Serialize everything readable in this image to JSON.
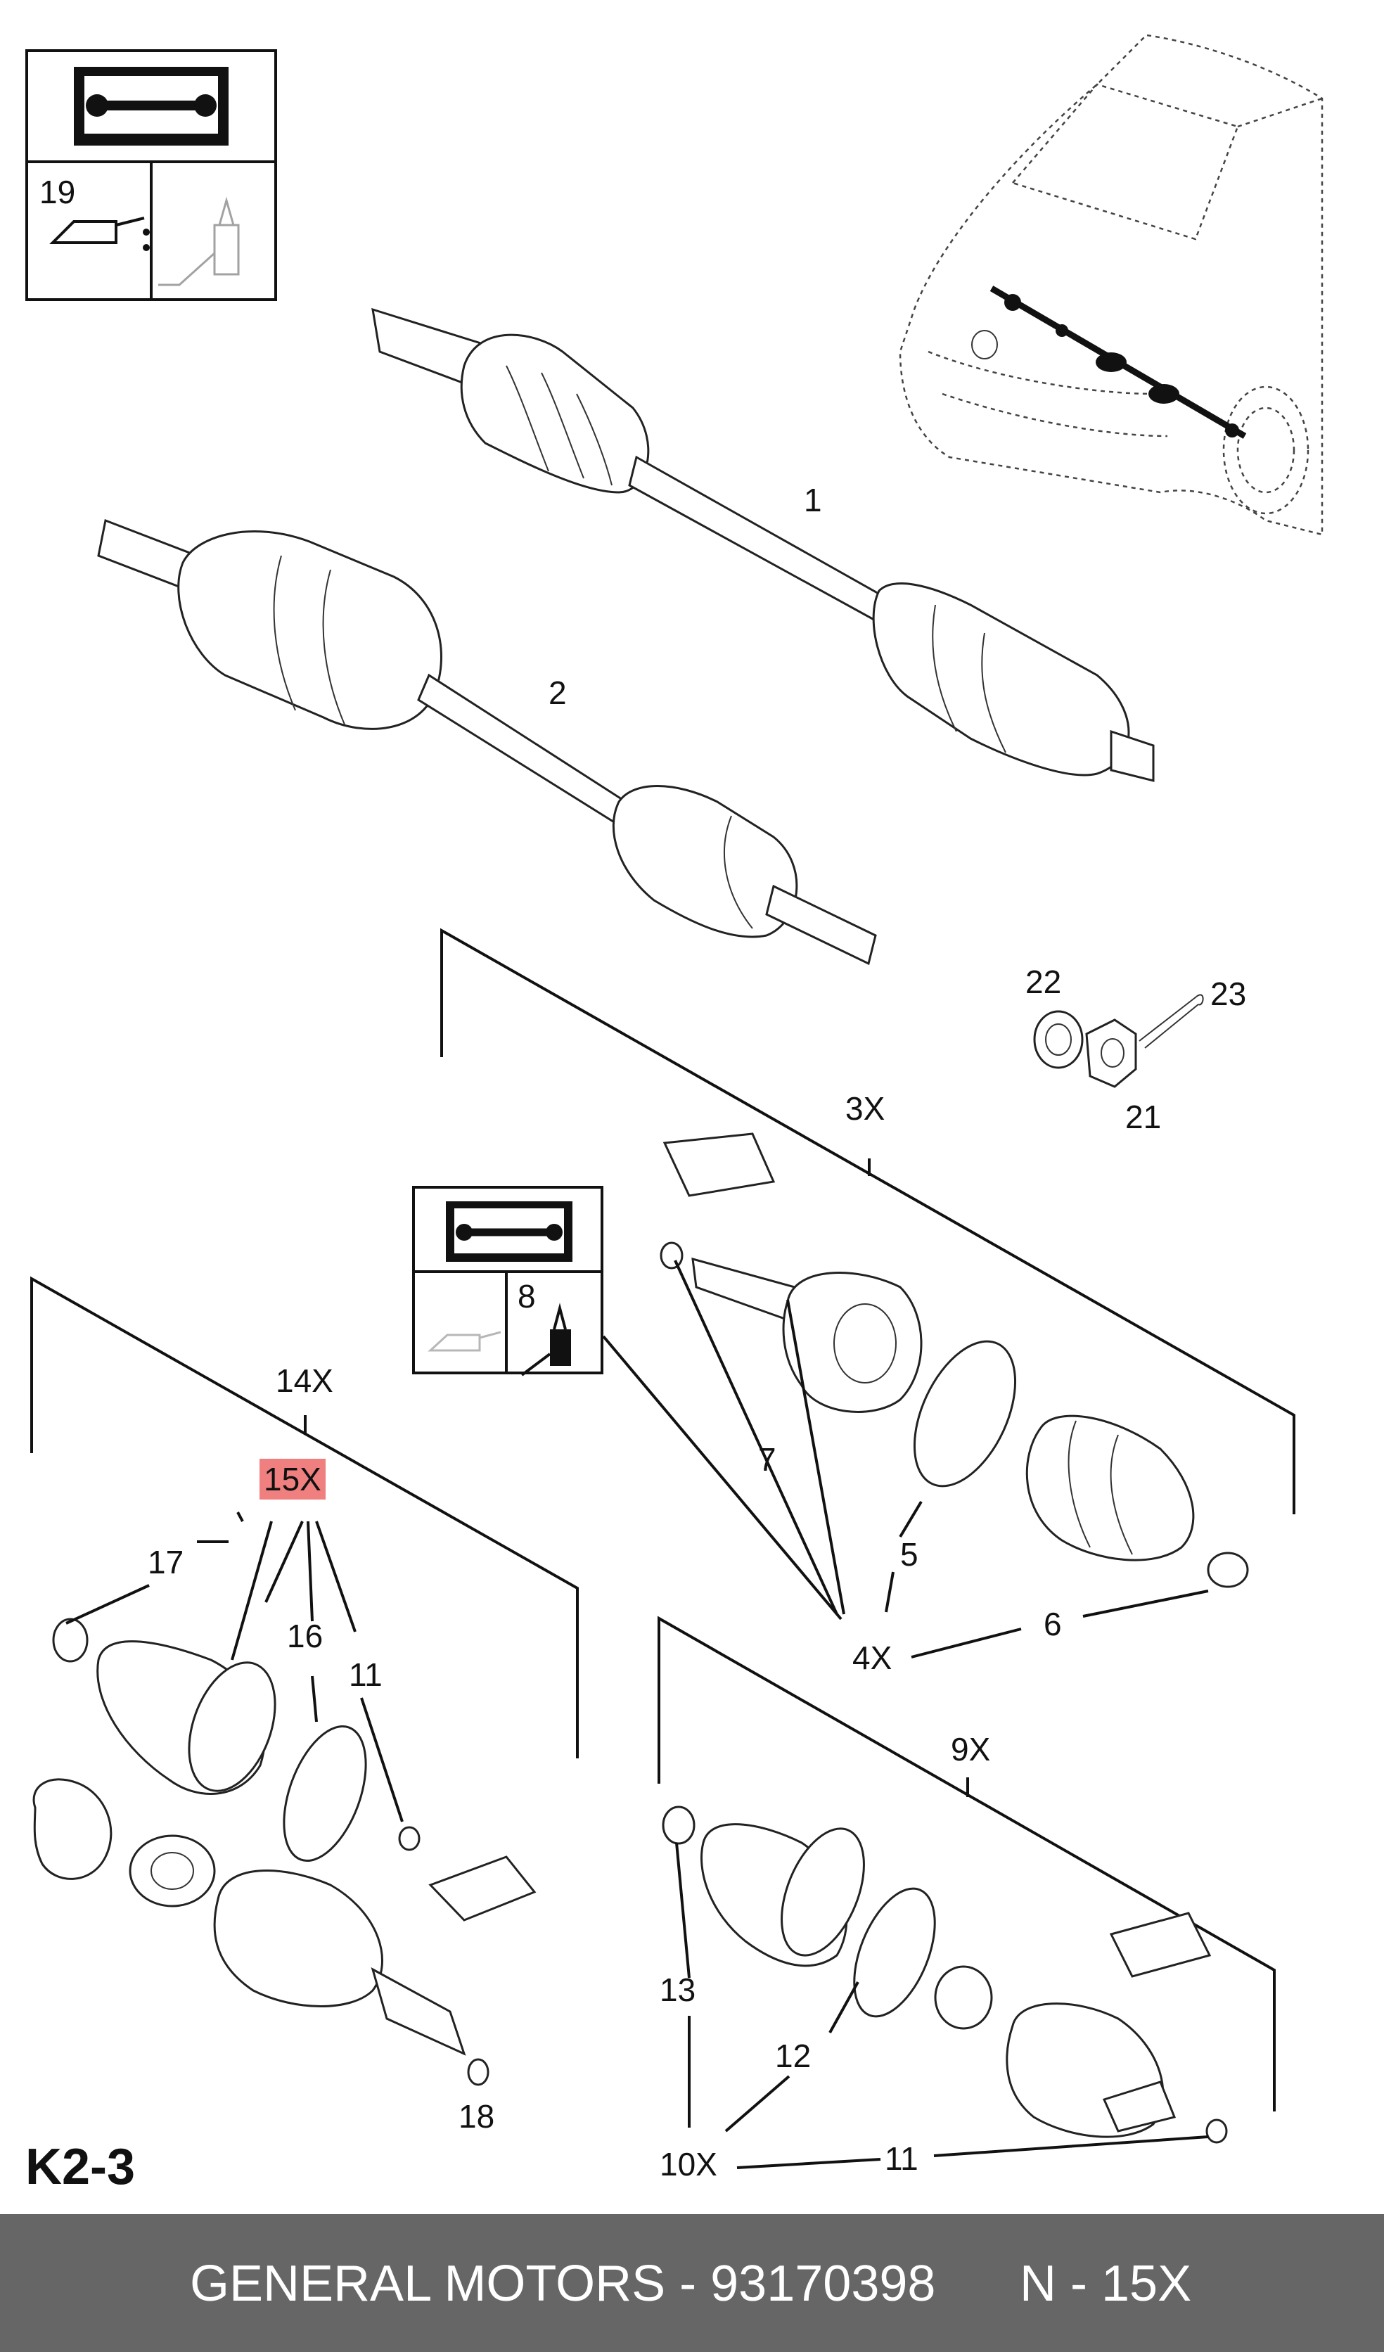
{
  "page_code": "K2-3",
  "callouts": {
    "c1": "1",
    "c2": "2",
    "c3x": "3X",
    "c4x": "4X",
    "c5": "5",
    "c6": "6",
    "c7": "7",
    "c8": "8",
    "c9x": "9X",
    "c10x": "10X",
    "c11a": "11",
    "c11b": "11",
    "c12": "12",
    "c13": "13",
    "c14x": "14X",
    "c15x": "15X",
    "c16": "16",
    "c17": "17",
    "c18": "18",
    "c19": "19",
    "c21": "21",
    "c22": "22",
    "c23": "23"
  },
  "highlight_color": "#f08080",
  "footer": {
    "left": "GENERAL MOTORS - 93170398",
    "right": "N - 15X",
    "background": "#666666"
  }
}
